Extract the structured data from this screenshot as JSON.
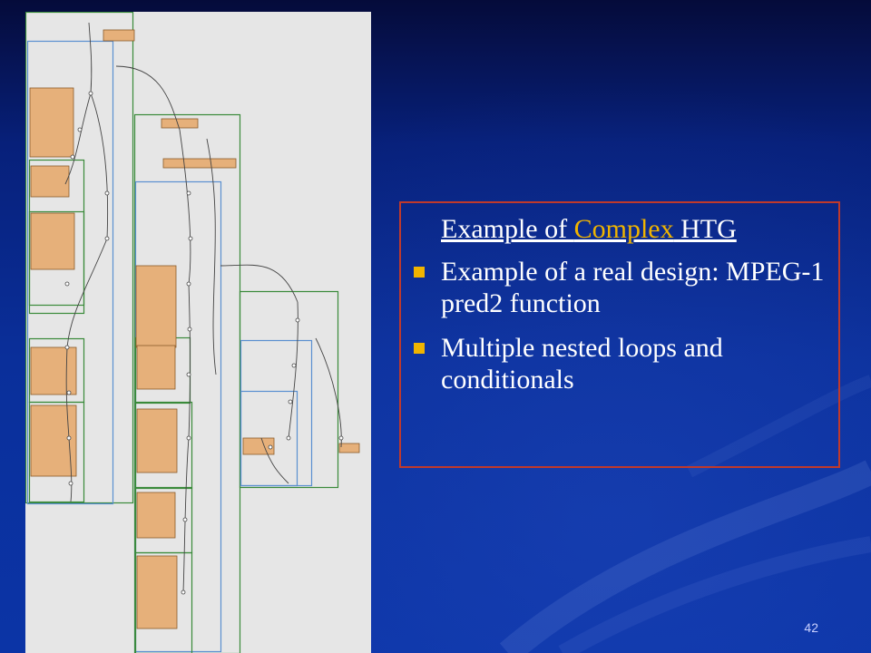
{
  "slide": {
    "number": "42",
    "colors": {
      "border": "#c0392b",
      "bullet": "#f0b400",
      "link": "#f0b400",
      "text": "#ffffff"
    }
  },
  "textbox": {
    "title_prefix": "Example of ",
    "title_link": "Complex",
    "title_suffix": " HTG",
    "bullets": [
      "Example of a real design: MPEG-1 pred2 function",
      "Multiple nested loops and conditionals"
    ]
  }
}
